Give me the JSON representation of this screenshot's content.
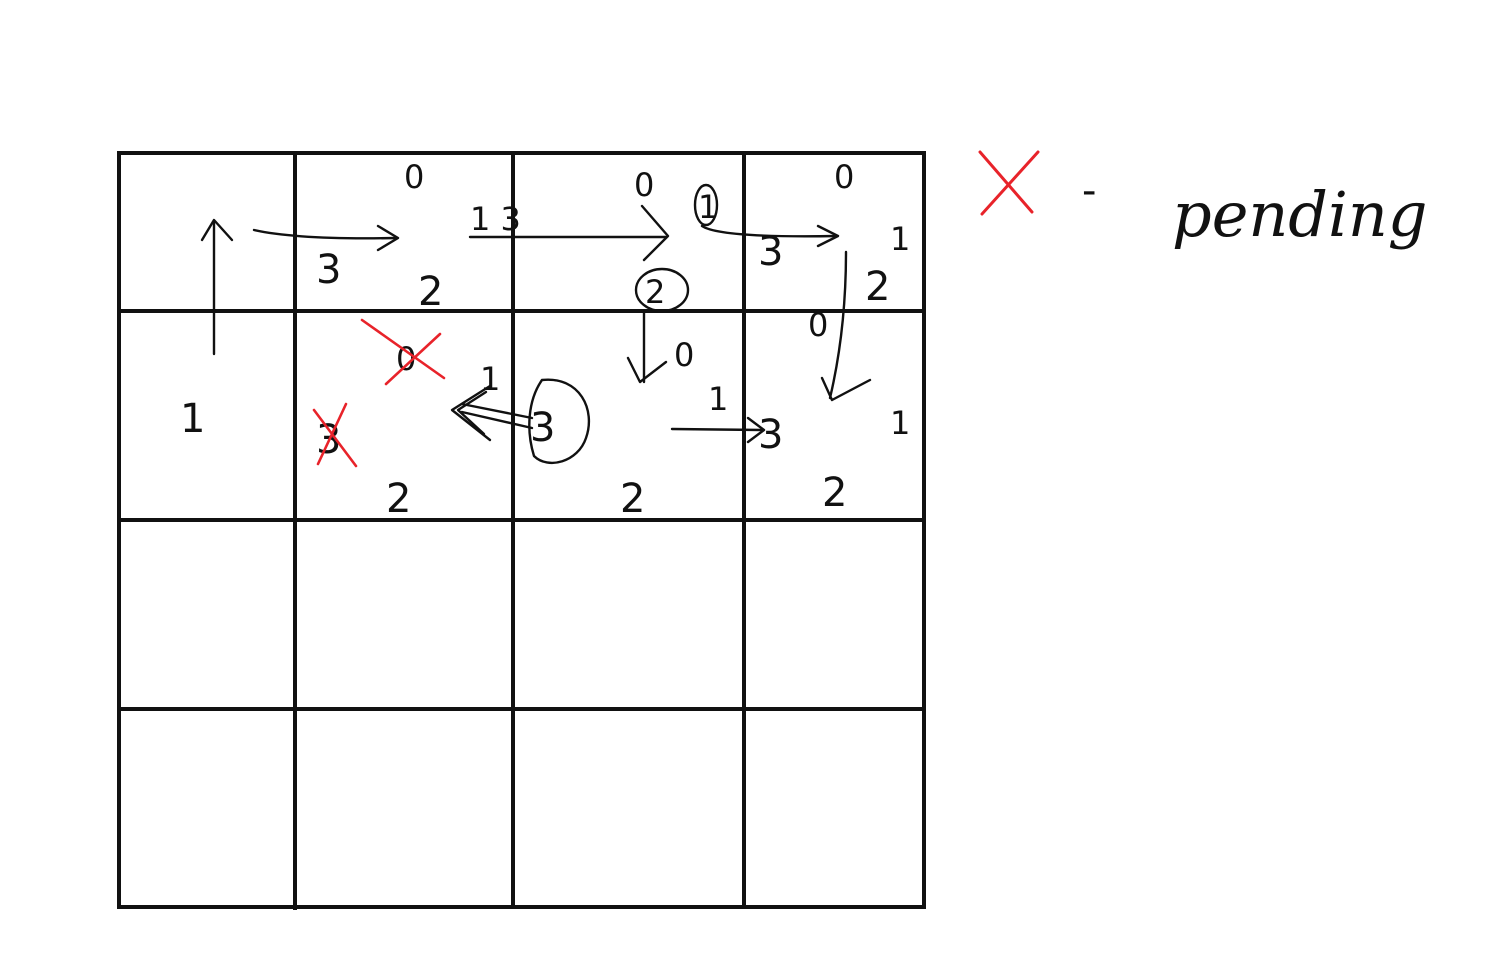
{
  "legend": {
    "mark_color": "#e8232a",
    "dash": "-",
    "label": "pending"
  },
  "grid": {
    "rows": 4,
    "cols": 4,
    "line_color": "#111111"
  },
  "cells": {
    "r0c1": {
      "top": "0",
      "left": "3",
      "bottom": "2"
    },
    "r0c2": {
      "top": "0",
      "left": "1 3",
      "bottom": "2",
      "right": "1"
    },
    "r0c3": {
      "top": "0",
      "left": "3",
      "right": "1",
      "bottom": "2"
    },
    "r1c0": {
      "center": "1"
    },
    "r1c1": {
      "top": "0",
      "left": "3",
      "right": "1",
      "bottom": "2"
    },
    "r1c2": {
      "top": "0",
      "left": "3",
      "right": "1",
      "bottom": "2"
    },
    "r1c3": {
      "top": "0",
      "left": "3",
      "right": "1",
      "bottom": "2"
    }
  }
}
